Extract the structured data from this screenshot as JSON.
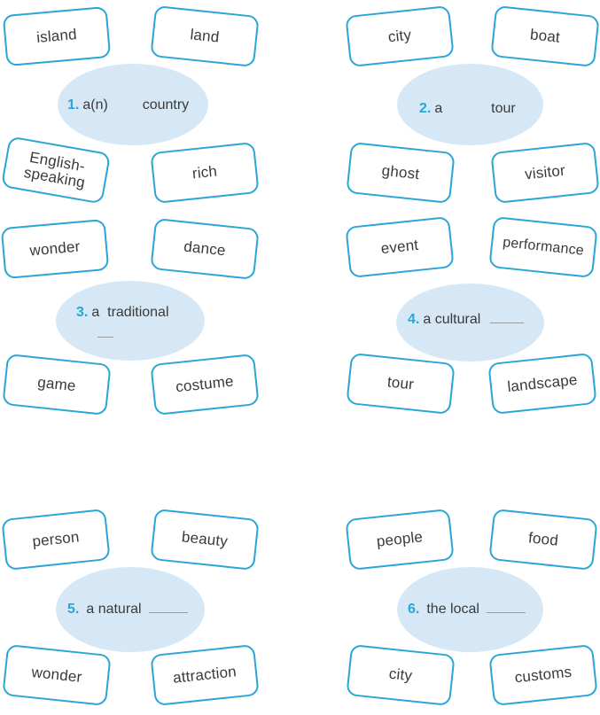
{
  "accent_color": "#2aa6d6",
  "oval_color": "#d6e8f5",
  "groups": [
    {
      "number": "1.",
      "phrase_before": "a(n)",
      "phrase_after": "country",
      "words": [
        "island",
        "land",
        "English-speaking",
        "rich"
      ]
    },
    {
      "number": "2.",
      "phrase_before": "a",
      "phrase_after": "tour",
      "words": [
        "city",
        "boat",
        "ghost",
        "visitor"
      ]
    },
    {
      "number": "3.",
      "phrase_before": "a  traditional",
      "phrase_after": "",
      "words": [
        "wonder",
        "dance",
        "game",
        "costume"
      ]
    },
    {
      "number": "4.",
      "phrase_before": "a cultural",
      "phrase_after": "",
      "words": [
        "event",
        "performance",
        "tour",
        "landscape"
      ]
    },
    {
      "number": "5.",
      "phrase_before": "a natural",
      "phrase_after": "",
      "words": [
        "person",
        "beauty",
        "wonder",
        "attraction"
      ]
    },
    {
      "number": "6.",
      "phrase_before": "the local",
      "phrase_after": "",
      "words": [
        "people",
        "food",
        "city",
        "customs"
      ]
    }
  ]
}
